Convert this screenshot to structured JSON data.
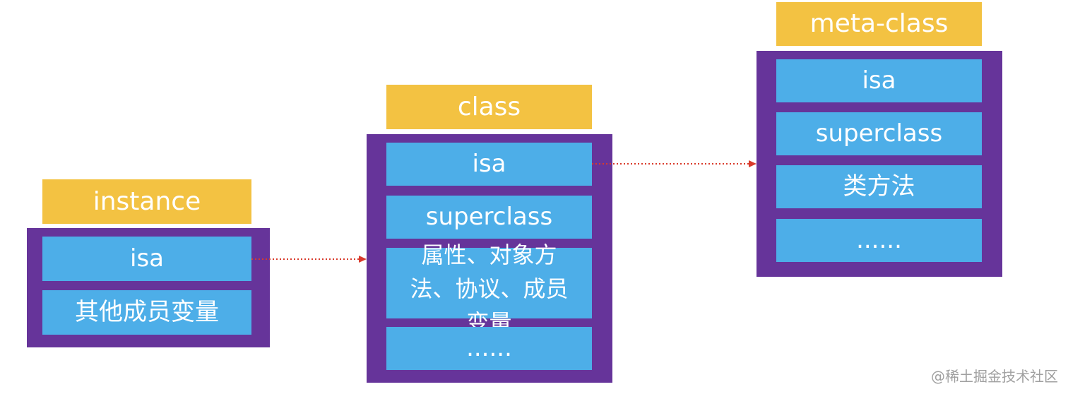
{
  "colors": {
    "label": "#F3C242",
    "frame": "#66349A",
    "cell": "#4DAEE8",
    "arrow": "#D93A2B"
  },
  "instance": {
    "title": "instance",
    "cells": [
      "isa",
      "其他成员变量"
    ]
  },
  "class": {
    "title": "class",
    "cells": [
      "isa",
      "superclass",
      "属性、对象方法、协议、成员变量",
      "......"
    ]
  },
  "metaclass": {
    "title": "meta-class",
    "cells": [
      "isa",
      "superclass",
      "类方法",
      "......"
    ]
  },
  "watermark": "@稀土掘金技术社区"
}
